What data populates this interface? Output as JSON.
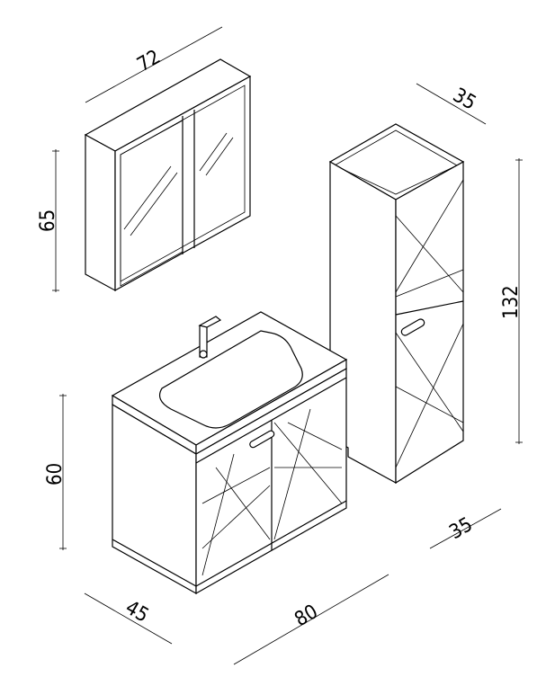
{
  "title": "Bathroom furniture set dimensions",
  "dimensions": {
    "mirror_width": "72",
    "mirror_height": "65",
    "tall_depth": "35",
    "tall_height": "132",
    "tall_width": "35",
    "vanity_height": "60",
    "vanity_depth": "45",
    "vanity_width": "80"
  },
  "colors": {
    "line": "#000000",
    "background": "#ffffff"
  }
}
